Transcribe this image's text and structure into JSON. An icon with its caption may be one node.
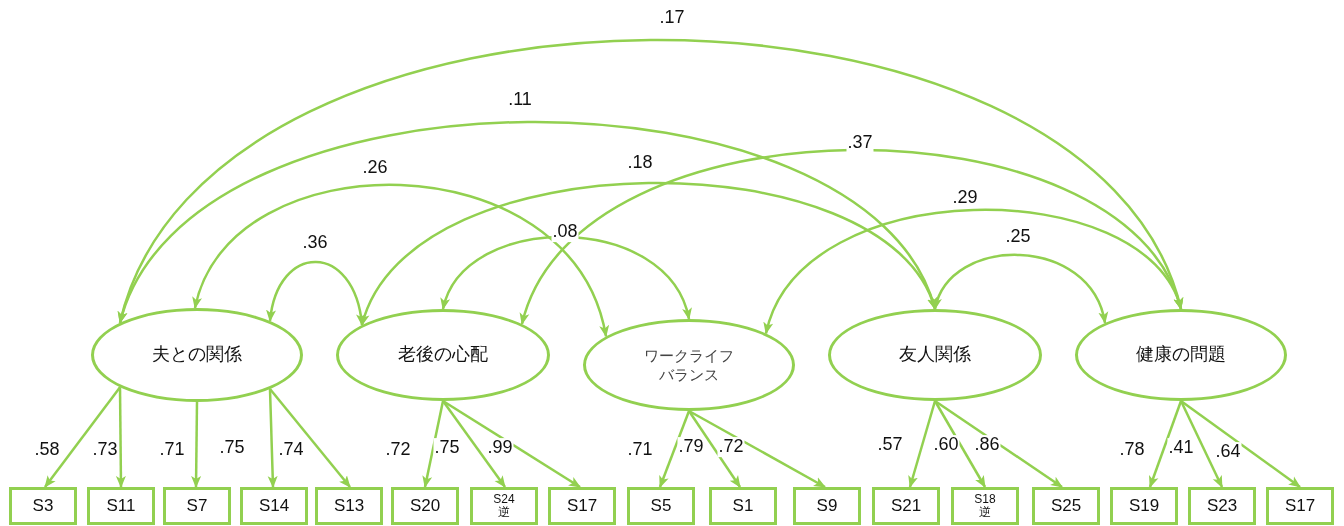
{
  "diagram": {
    "nodes": [
      {
        "text": [
          "夫との関係"
        ]
      },
      {
        "text": [
          "老後の心配"
        ]
      },
      {
        "text": [
          "ワークライフバランス"
        ]
      },
      {
        "text": [
          "友人関係"
        ]
      },
      {
        "text": [
          "健康の問題"
        ]
      },
      {
        "text": [
          "S3"
        ]
      },
      {
        "text": [
          "S11"
        ]
      },
      {
        "text": [
          "S7"
        ]
      },
      {
        "text": [
          "S14"
        ]
      },
      {
        "text": [
          "S13"
        ]
      },
      {
        "text": [
          "S20"
        ]
      },
      {
        "text": [
          "S24 逆"
        ]
      },
      {
        "text": [
          "S17"
        ]
      },
      {
        "text": [
          "S5"
        ]
      },
      {
        "text": [
          "S1"
        ]
      },
      {
        "text": [
          "S9"
        ]
      },
      {
        "text": [
          "S21"
        ]
      },
      {
        "text": [
          "S18 逆"
        ]
      },
      {
        "text": [
          "S25"
        ]
      },
      {
        "text": [
          "S19"
        ]
      },
      {
        "text": [
          "S23"
        ]
      },
      {
        "text": [
          "S17"
        ]
      }
    ],
    "edges": [
      {
        "from": 0,
        "to": 4,
        "arrow": "both",
        "label": ".17"
      },
      {
        "from": 0,
        "to": 3,
        "arrow": "both",
        "label": ".11"
      },
      {
        "from": 0,
        "to": 2,
        "arrow": "both",
        "label": ".26"
      },
      {
        "from": 0,
        "to": 1,
        "arrow": "both",
        "label": ".36"
      },
      {
        "from": 1,
        "to": 3,
        "arrow": "both",
        "label": ".18"
      },
      {
        "from": 1,
        "to": 4,
        "arrow": "both",
        "label": ".37"
      },
      {
        "from": 1,
        "to": 2,
        "arrow": "both",
        "label": ".08"
      },
      {
        "from": 2,
        "to": 4,
        "arrow": "both",
        "label": ".29"
      },
      {
        "from": 3,
        "to": 4,
        "arrow": "both",
        "label": ".25"
      },
      {
        "from": 0,
        "to": 5,
        "arrow": "to",
        "label": ".58"
      },
      {
        "from": 0,
        "to": 6,
        "arrow": "to",
        "label": ".73"
      },
      {
        "from": 0,
        "to": 7,
        "arrow": "to",
        "label": ".71"
      },
      {
        "from": 0,
        "to": 8,
        "arrow": "to",
        "label": ".75"
      },
      {
        "from": 0,
        "to": 9,
        "arrow": "to",
        "label": ".74"
      },
      {
        "from": 1,
        "to": 10,
        "arrow": "to",
        "label": ".72"
      },
      {
        "from": 1,
        "to": 11,
        "arrow": "to",
        "label": ".75"
      },
      {
        "from": 1,
        "to": 12,
        "arrow": "to",
        "label": ".99"
      },
      {
        "from": 2,
        "to": 13,
        "arrow": "to",
        "label": ".71"
      },
      {
        "from": 2,
        "to": 14,
        "arrow": "to",
        "label": ".79"
      },
      {
        "from": 2,
        "to": 15,
        "arrow": "to",
        "label": ".72"
      },
      {
        "from": 3,
        "to": 16,
        "arrow": "to",
        "label": ".57"
      },
      {
        "from": 3,
        "to": 17,
        "arrow": "to",
        "label": ".60"
      },
      {
        "from": 3,
        "to": 18,
        "arrow": "to",
        "label": ".86"
      },
      {
        "from": 4,
        "to": 19,
        "arrow": "to",
        "label": ".78"
      },
      {
        "from": 4,
        "to": 20,
        "arrow": "to",
        "label": ".41"
      },
      {
        "from": 4,
        "to": 21,
        "arrow": "to",
        "label": ".64"
      }
    ]
  }
}
